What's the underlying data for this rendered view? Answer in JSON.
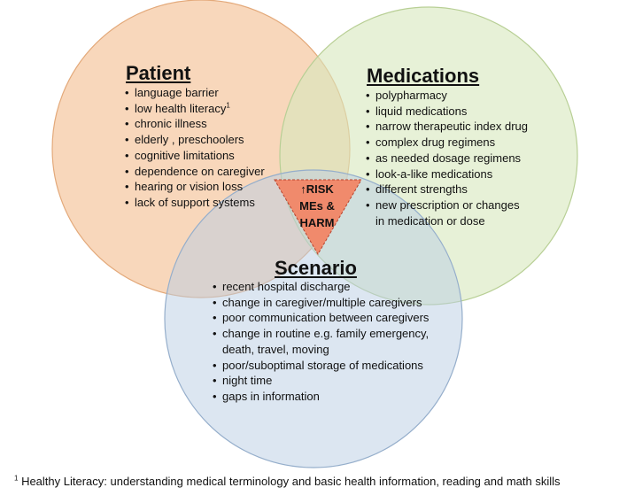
{
  "colors": {
    "patient_fill": "#f5c9a4",
    "patient_stroke": "#e3a97a",
    "medications_fill": "#d7e8bd",
    "medications_stroke": "#b8cf95",
    "scenario_fill": "#b9cde3",
    "scenario_stroke": "#95aecb",
    "center_fill": "#f08a6c",
    "center_stroke": "#b6432e"
  },
  "patient": {
    "title": "Patient",
    "items": [
      "language barrier",
      "low health literacy",
      "chronic illness",
      "elderly , preschoolers",
      "cognitive limitations",
      "dependence on caregiver",
      "hearing or vision loss",
      "lack of support systems"
    ],
    "footnote_marker": "1"
  },
  "medications": {
    "title": "Medications",
    "items": [
      "polypharmacy",
      "liquid medications",
      "narrow therapeutic index drug",
      "complex drug regimens",
      "as needed dosage regimens",
      "look-a-like medications",
      "different strengths",
      "new prescription  or changes"
    ],
    "continuation": "in medication or dose"
  },
  "scenario": {
    "title": "Scenario",
    "items": [
      "recent hospital discharge",
      "change in caregiver/multiple caregivers",
      "poor communication between caregivers",
      "change in routine e.g. family emergency,"
    ],
    "continuation": "death, travel, moving",
    "items_after": [
      "poor/suboptimal storage of medications",
      "night time",
      "gaps in information"
    ]
  },
  "center": {
    "line1": "↑RISK",
    "line2": "MEs &",
    "line3": "HARM"
  },
  "footnote": {
    "marker": "1",
    "text": " Healthy Literacy: understanding medical terminology and basic health information, reading  and math skills"
  }
}
